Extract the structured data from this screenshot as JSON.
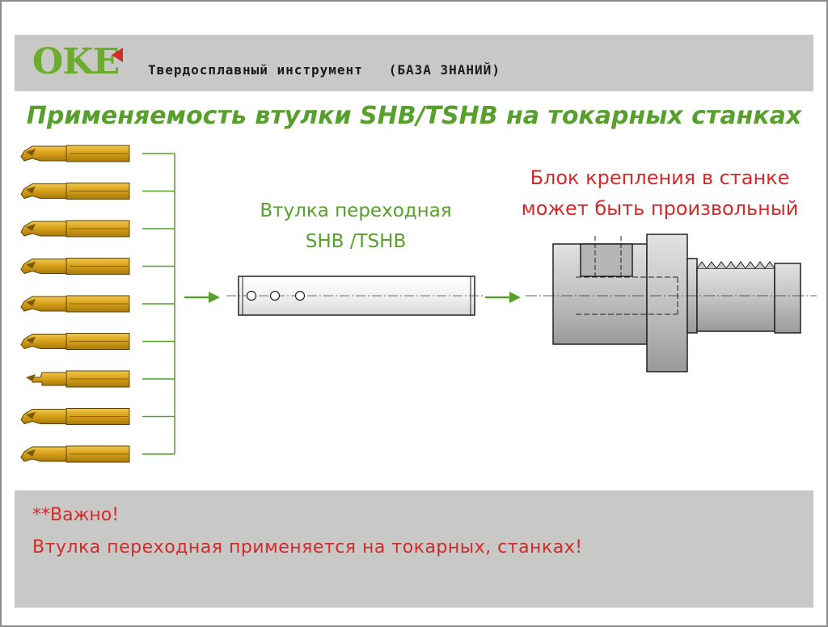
{
  "header": {
    "logo_text": "OKE",
    "subtitle": "Твердосплавный инструмент   (БАЗА ЗНАНИЙ)"
  },
  "title": "Применяемость втулки SHB/TSHB на токарных станках",
  "sleeve_label": {
    "line1": "Втулка переходная",
    "line2": "SHB /TSHB"
  },
  "block_label": {
    "line1": "Блок крепления в станке",
    "line2": "может быть произвольный"
  },
  "footer": {
    "line1": "**Важно!",
    "line2": "Втулка переходная применяется на токарных, станках!"
  },
  "tools": [
    {
      "name": "boring-bar-1"
    },
    {
      "name": "boring-bar-2"
    },
    {
      "name": "boring-bar-3"
    },
    {
      "name": "boring-bar-4"
    },
    {
      "name": "boring-bar-5"
    },
    {
      "name": "boring-bar-6"
    },
    {
      "name": "grooving-bar-7"
    },
    {
      "name": "boring-bar-8"
    },
    {
      "name": "boring-bar-9"
    }
  ],
  "colors": {
    "accent_green": "#56a02b",
    "accent_red": "#d42a2a",
    "tool_gold": "#d9a21a",
    "panel_grey": "#c8c8c6",
    "holder_grey": "#c4c4c4"
  }
}
